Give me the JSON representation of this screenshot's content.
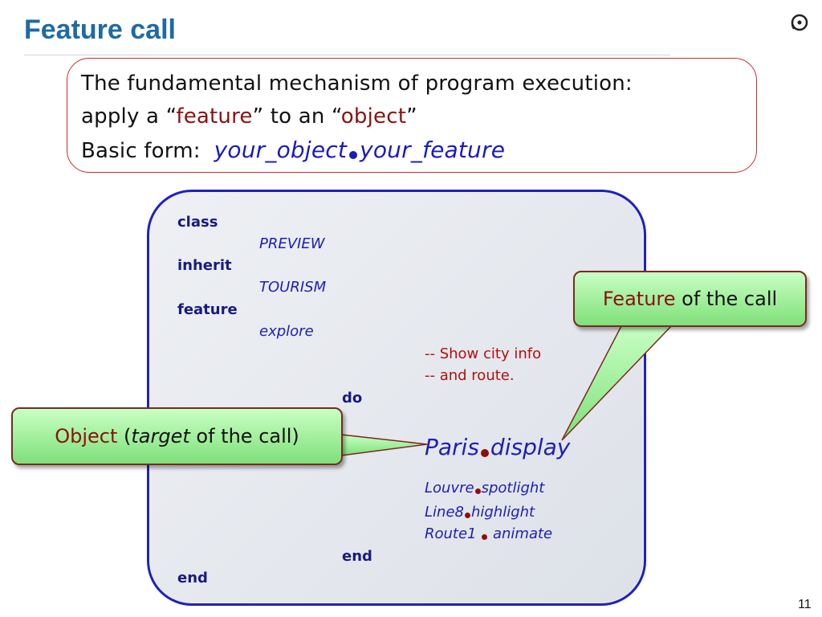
{
  "slide": {
    "title": "Feature call",
    "page_number": "11"
  },
  "intro": {
    "line1": "The fundamental mechanism of program execution:",
    "line2_prefix": "apply a “",
    "line2_feature": "feature",
    "line2_middle": "” to an “",
    "line2_object": "object",
    "line2_suffix": "”",
    "line3_label": "Basic form:",
    "line3_obj": "your_object",
    "line3_feat": "your_feature"
  },
  "code": {
    "kw_class": "class",
    "class_name": "PREVIEW",
    "kw_inherit": "inherit",
    "parent_name": "TOURISM",
    "kw_feature": "feature",
    "feature_name": "explore",
    "comment1": "-- Show city info",
    "comment2": "-- and route.",
    "kw_do": "do",
    "call_main_obj": "Paris",
    "call_main_feat": "display",
    "call2_obj": "Louvre",
    "call2_feat": "spotlight",
    "call3_obj": "Line8",
    "call3_feat": "highlight",
    "call4_obj": "Route1",
    "call4_feat": "animate",
    "kw_end_inner": "end",
    "kw_end_outer": "end"
  },
  "callouts": {
    "feature_red": "Feature",
    "feature_rest": " of the call",
    "object_red": "Object",
    "object_open": " (",
    "object_target": "target",
    "object_rest": " of the call)"
  },
  "colors": {
    "title": "#1f6aa5",
    "keyword_red": "#8b1010",
    "code_blue": "#1a1ac0",
    "panel_border": "#2020c0",
    "callout_green": "#7fe07a"
  },
  "icons": {
    "logo": "eiffel-logo-icon"
  }
}
